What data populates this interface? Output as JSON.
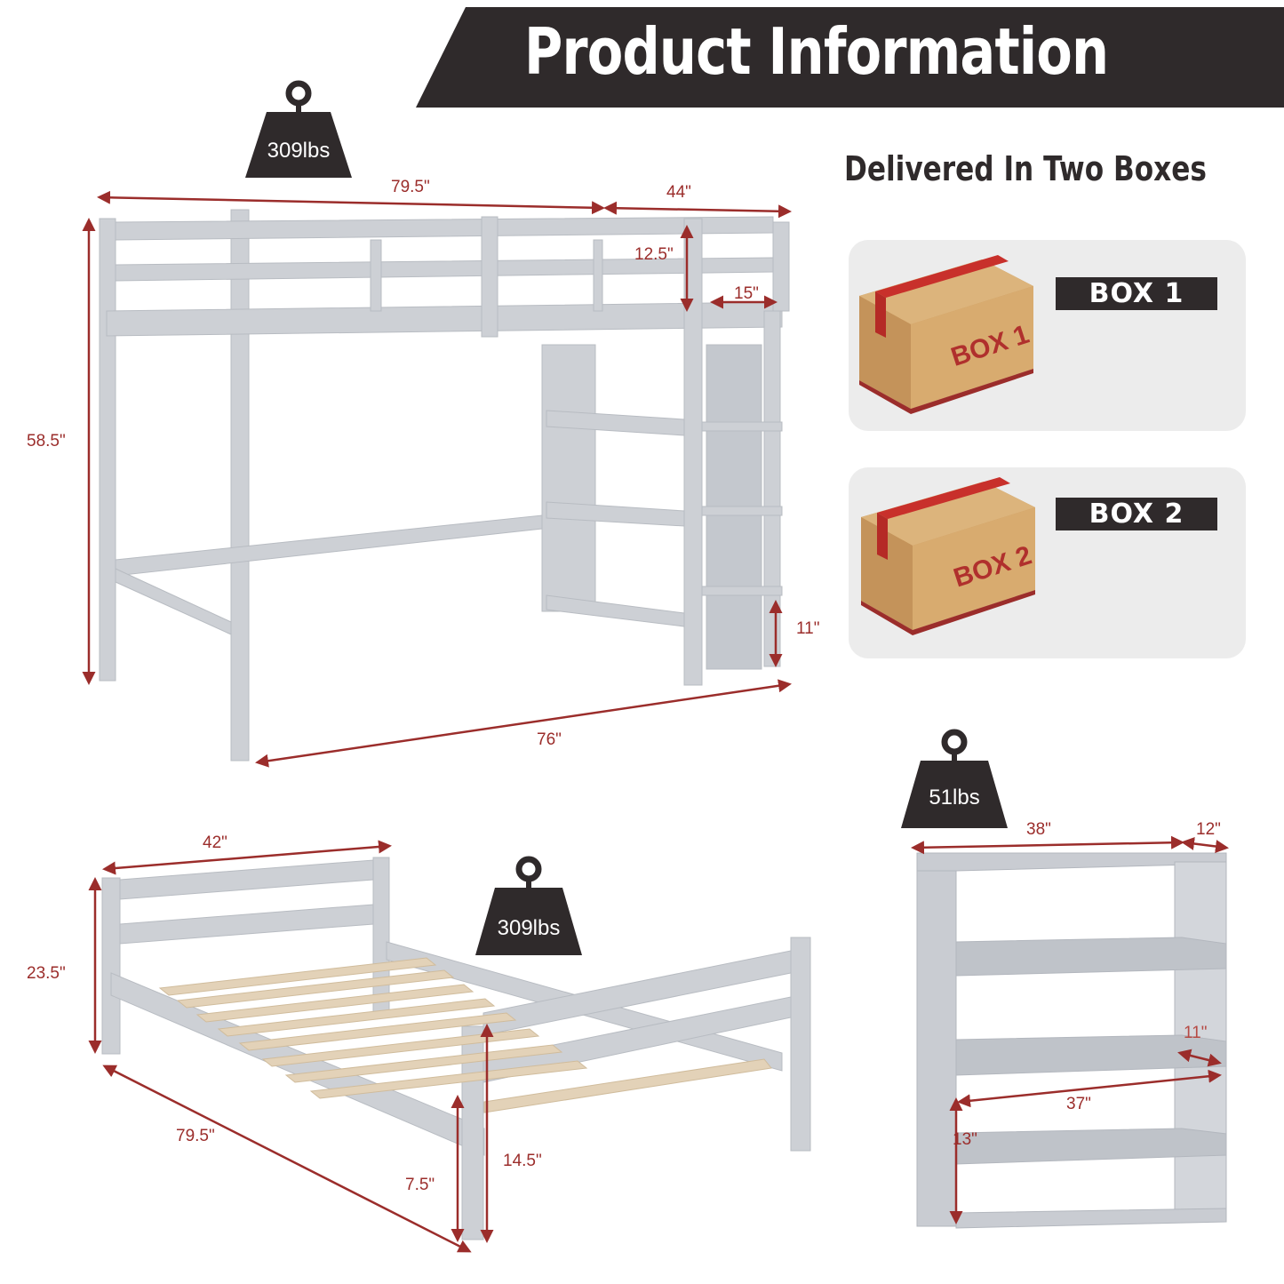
{
  "header": {
    "title": "Product Information",
    "subtitle": "Delivered In Two Boxes"
  },
  "colors": {
    "banner": "#2f2a2b",
    "dimension": "#9b2d2b",
    "frame": "#c9ccd1",
    "card": "#ececec",
    "box": "#d2a56a",
    "tape": "#c8302b"
  },
  "boxes": [
    {
      "label": "BOX 1",
      "carton_text": "BOX 1"
    },
    {
      "label": "BOX 2",
      "carton_text": "BOX 2"
    }
  ],
  "loft_bed": {
    "weight_capacity": "309lbs",
    "dimensions": {
      "length": "79.5\"",
      "width": "44\"",
      "height": "58.5\"",
      "guardrail_height": "12.5\"",
      "ladder_width": "15\"",
      "ladder_bottom_gap": "11\"",
      "floor_length": "76\""
    }
  },
  "twin_bed": {
    "weight_capacity": "309lbs",
    "dimensions": {
      "width": "42\"",
      "headboard_height": "23.5\"",
      "length": "79.5\"",
      "clearance": "7.5\"",
      "rail_height": "14.5\""
    }
  },
  "bookcase": {
    "weight": "51lbs",
    "dimensions": {
      "width": "38\"",
      "depth": "12\"",
      "shelf_depth": "11\"",
      "shelf_width": "37\"",
      "shelf_spacing": "13\""
    }
  }
}
